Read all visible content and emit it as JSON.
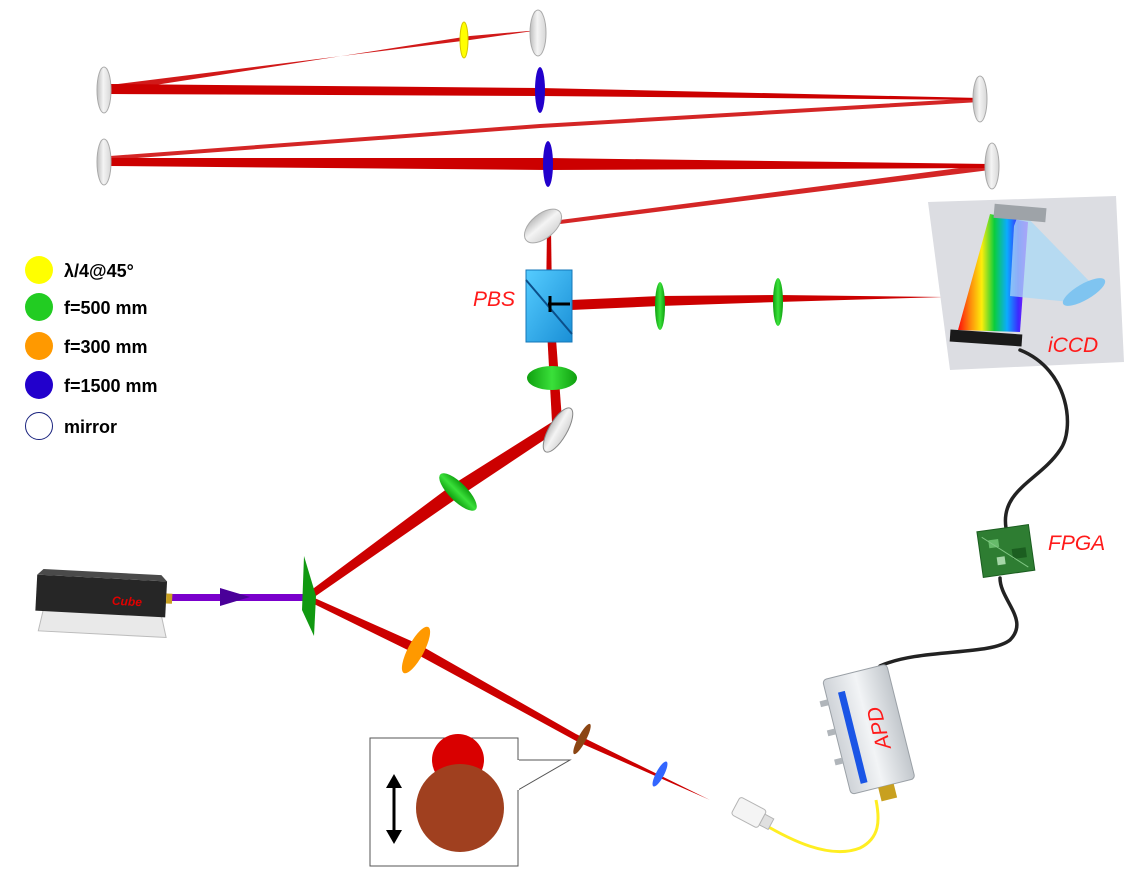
{
  "legend": {
    "items": [
      {
        "label": "λ/4@45°",
        "color": "#ffff00",
        "icon": "yellow-disc-icon"
      },
      {
        "label": "f=500 mm",
        "color": "#22cc22",
        "icon": "green-disc-icon"
      },
      {
        "label": "f=300 mm",
        "color": "#ff9900",
        "icon": "orange-disc-icon"
      },
      {
        "label": "f=1500 mm",
        "color": "#2200cc",
        "icon": "blue-disc-icon"
      },
      {
        "label": "mirror",
        "color": "#ffffff",
        "icon": "white-disc-icon"
      }
    ]
  },
  "labels": {
    "pbs": "PBS",
    "iccd": "iCCD",
    "fpga": "FPGA",
    "apd": "APD",
    "cube": "Cube"
  },
  "colors": {
    "beam": "#cc0000",
    "pump_beam": "#7a00cc",
    "lens_500": "#22cc22",
    "lens_300": "#ff9900",
    "lens_1500": "#2200cc",
    "waveplate": "#ffff00",
    "label_red": "#ff1a1a",
    "fiber": "#ffee22",
    "cable": "#222222"
  }
}
